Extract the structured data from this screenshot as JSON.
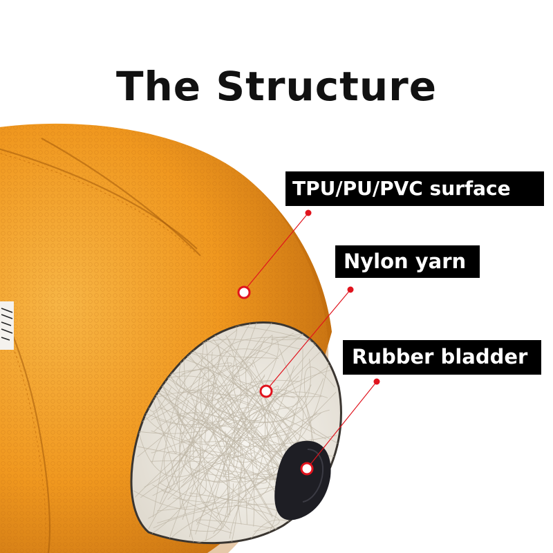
{
  "title": "The Structure",
  "labels": {
    "surface": "TPU/PU/PVC surface",
    "nylon": "Nylon yarn",
    "bladder": "Rubber bladder"
  },
  "colors": {
    "ball_orange": "#F19A2A",
    "ball_shadow": "#C26E12",
    "yarn_white": "#EEEBE4",
    "bladder_black": "#1E1E24",
    "callout_red": "#E0131D",
    "label_bg": "#000000",
    "label_text": "#FFFFFF"
  }
}
